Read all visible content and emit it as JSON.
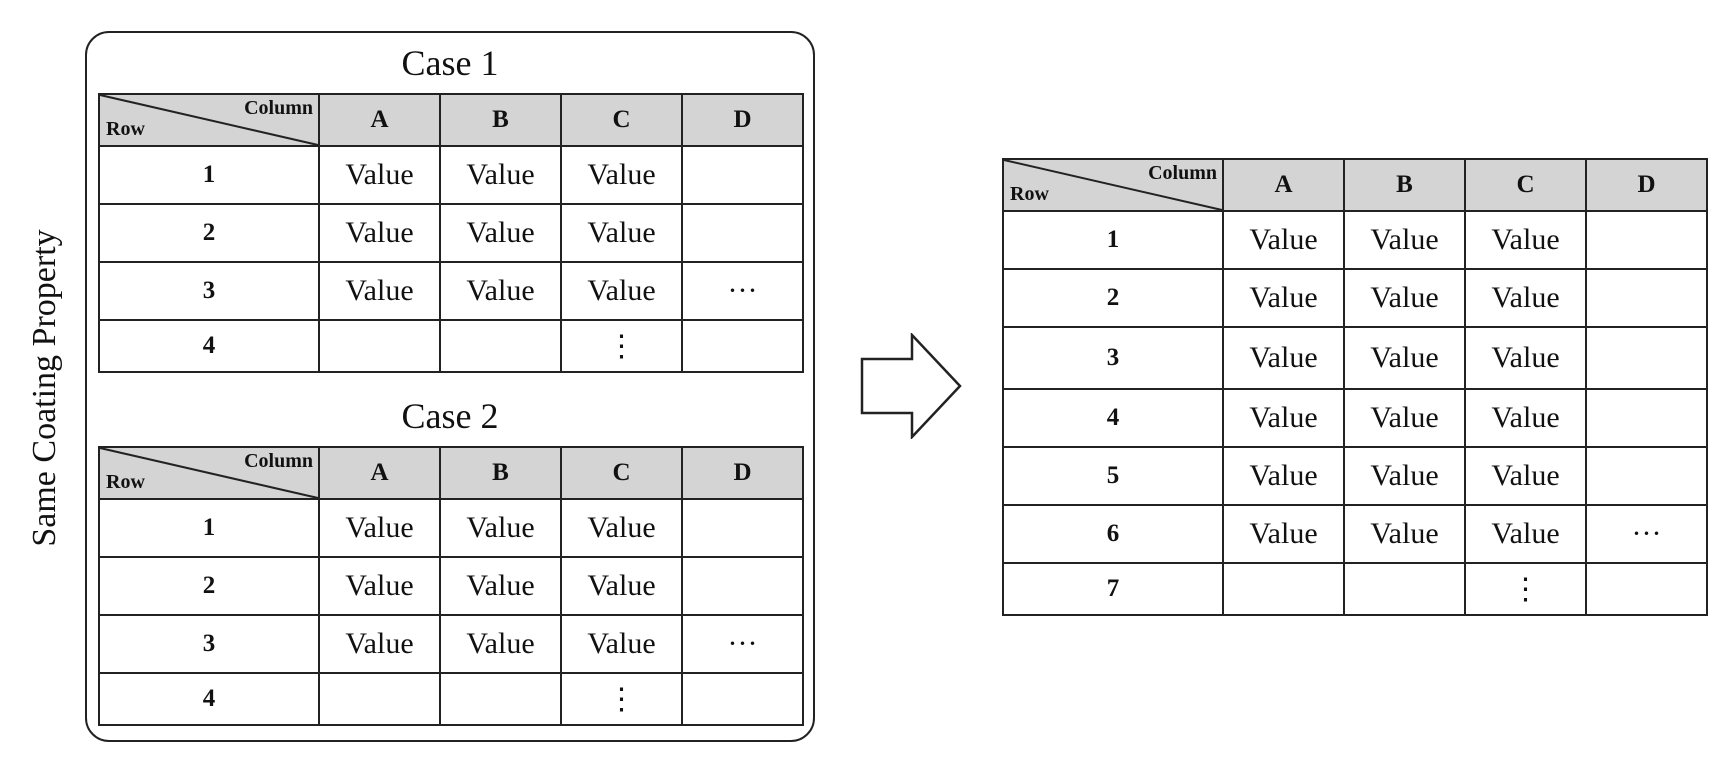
{
  "side_label": "Same Coating Property",
  "case1": {
    "title": "Case 1",
    "corner_column": "Column",
    "corner_row": "Row",
    "columns": [
      "A",
      "B",
      "C",
      "D"
    ],
    "rows": [
      {
        "label": "1",
        "cells": [
          "Value",
          "Value",
          "Value",
          ""
        ]
      },
      {
        "label": "2",
        "cells": [
          "Value",
          "Value",
          "Value",
          ""
        ]
      },
      {
        "label": "3",
        "cells": [
          "Value",
          "Value",
          "Value",
          "···"
        ]
      },
      {
        "label": "4",
        "cells": [
          "",
          "",
          "⋮",
          ""
        ]
      }
    ]
  },
  "case2": {
    "title": "Case 2",
    "corner_column": "Column",
    "corner_row": "Row",
    "columns": [
      "A",
      "B",
      "C",
      "D"
    ],
    "rows": [
      {
        "label": "1",
        "cells": [
          "Value",
          "Value",
          "Value",
          ""
        ]
      },
      {
        "label": "2",
        "cells": [
          "Value",
          "Value",
          "Value",
          ""
        ]
      },
      {
        "label": "3",
        "cells": [
          "Value",
          "Value",
          "Value",
          "···"
        ]
      },
      {
        "label": "4",
        "cells": [
          "",
          "",
          "⋮",
          ""
        ]
      }
    ]
  },
  "result": {
    "corner_column": "Column",
    "corner_row": "Row",
    "columns": [
      "A",
      "B",
      "C",
      "D"
    ],
    "rows": [
      {
        "label": "1",
        "cells": [
          "Value",
          "Value",
          "Value",
          ""
        ]
      },
      {
        "label": "2",
        "cells": [
          "Value",
          "Value",
          "Value",
          ""
        ]
      },
      {
        "label": "3",
        "cells": [
          "Value",
          "Value",
          "Value",
          ""
        ]
      },
      {
        "label": "4",
        "cells": [
          "Value",
          "Value",
          "Value",
          ""
        ]
      },
      {
        "label": "5",
        "cells": [
          "Value",
          "Value",
          "Value",
          ""
        ]
      },
      {
        "label": "6",
        "cells": [
          "Value",
          "Value",
          "Value",
          "···"
        ]
      },
      {
        "label": "7",
        "cells": [
          "",
          "",
          "⋮",
          ""
        ]
      }
    ]
  },
  "arrow_icon": "right-arrow-icon"
}
